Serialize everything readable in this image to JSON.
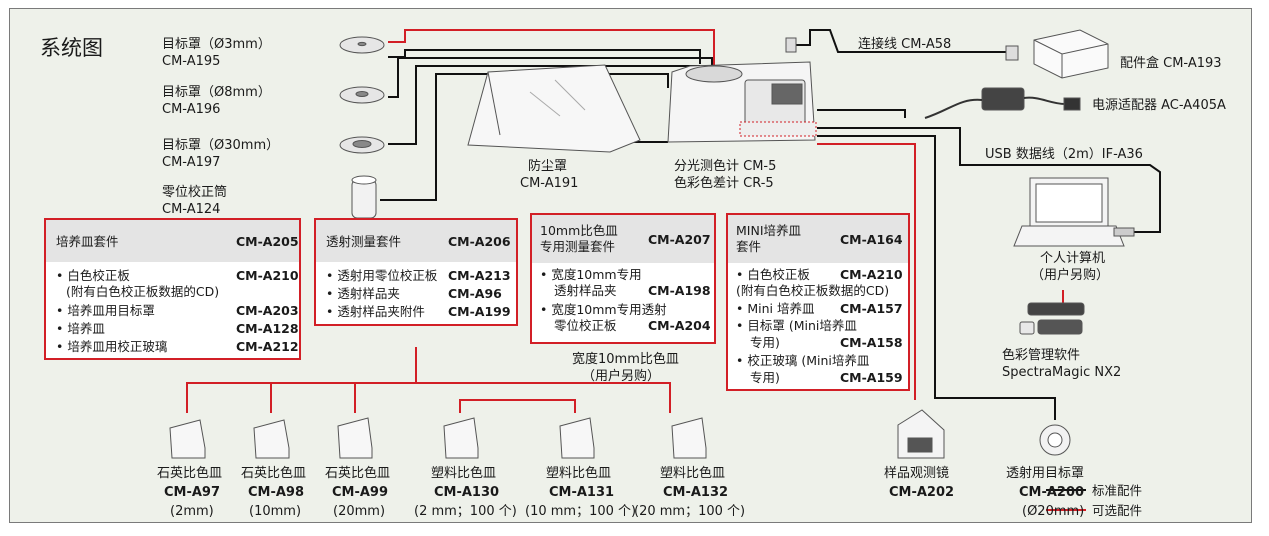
{
  "title": "系统图",
  "colors": {
    "standard": "#111111",
    "optional": "#d21f26",
    "background": "#eef1ea"
  },
  "targets": [
    {
      "name": "目标罩（Ø3mm）",
      "code": "CM-A195"
    },
    {
      "name": "目标罩（Ø8mm）",
      "code": "CM-A196"
    },
    {
      "name": "目标罩（Ø30mm）",
      "code": "CM-A197"
    }
  ],
  "zero_cal": {
    "name": "零位校正筒",
    "code": "CM-A124"
  },
  "dust_cover": {
    "name": "防尘罩",
    "code": "CM-A191"
  },
  "instrument": {
    "line1": "分光测色计  CM-5",
    "line2": "色彩色差计  CR-5"
  },
  "cable": {
    "label": "连接线 CM-A58"
  },
  "accessory_case": {
    "label": "配件盒 CM-A193"
  },
  "adapter": {
    "label": "电源适配器 AC-A405A"
  },
  "usb": {
    "label": "USB 数据线（2m）IF-A36"
  },
  "pc": {
    "line1": "个人计算机",
    "line2": "（用户另购）"
  },
  "software": {
    "line1": "色彩管理软件",
    "line2": "SpectraMagic NX2"
  },
  "kits": {
    "petri": {
      "title": "培养皿套件",
      "code": "CM-A205",
      "items": [
        {
          "name": "• 白色校正板",
          "code": "CM-A210"
        },
        {
          "name": "(附有白色校正板数据的CD)",
          "code": ""
        },
        {
          "name": "• 培养皿用目标罩",
          "code": "CM-A203"
        },
        {
          "name": "• 培养皿",
          "code": "CM-A128"
        },
        {
          "name": "• 培养皿用校正玻璃",
          "code": "CM-A212"
        }
      ]
    },
    "transmission": {
      "title": "透射测量套件",
      "code": "CM-A206",
      "items": [
        {
          "name": "• 透射用零位校正板",
          "code": "CM-A213"
        },
        {
          "name": "• 透射样品夹",
          "code": "CM-A96"
        },
        {
          "name": "• 透射样品夹附件",
          "code": "CM-A199"
        }
      ]
    },
    "cell10": {
      "title1": "10mm比色皿",
      "title2": "专用测量套件",
      "code": "CM-A207",
      "items": [
        {
          "name": "• 宽度10mm专用",
          "code": ""
        },
        {
          "name": "透射样品夹",
          "code": "CM-A198"
        },
        {
          "name": "• 宽度10mm专用透射",
          "code": ""
        },
        {
          "name": "零位校正板",
          "code": "CM-A204"
        }
      ],
      "note1": "宽度10mm比色皿",
      "note2": "（用户另购）"
    },
    "mini": {
      "title1": "MINI培养皿",
      "title2": "套件",
      "code": "CM-A164",
      "items": [
        {
          "name": "• 白色校正板",
          "code": "CM-A210"
        },
        {
          "name": "(附有白色校正板数据的CD)",
          "code": ""
        },
        {
          "name": "• Mini 培养皿",
          "code": "CM-A157"
        },
        {
          "name": "• 目标罩 (Mini培养皿",
          "code": ""
        },
        {
          "name": "专用)",
          "code": "CM-A158"
        },
        {
          "name": "• 校正玻璃 (Mini培养皿",
          "code": ""
        },
        {
          "name": "专用)",
          "code": "CM-A159"
        }
      ]
    }
  },
  "cells": [
    {
      "name": "石英比色皿",
      "code": "CM-A97",
      "size": "(2mm)"
    },
    {
      "name": "石英比色皿",
      "code": "CM-A98",
      "size": "(10mm)"
    },
    {
      "name": "石英比色皿",
      "code": "CM-A99",
      "size": "(20mm)"
    },
    {
      "name": "塑料比色皿",
      "code": "CM-A130",
      "size": "(2 mm；100 个)"
    },
    {
      "name": "塑料比色皿",
      "code": "CM-A131",
      "size": "(10 mm；100 个)"
    },
    {
      "name": "塑料比色皿",
      "code": "CM-A132",
      "size": "(20 mm；100 个)"
    }
  ],
  "viewer": {
    "name": "样品观测镜",
    "code": "CM-A202"
  },
  "trans_target": {
    "name": "透射用目标罩",
    "code": "CM-A200",
    "size": "(Ø20mm)"
  },
  "legend": {
    "standard": "标准配件",
    "optional": "可选配件"
  }
}
